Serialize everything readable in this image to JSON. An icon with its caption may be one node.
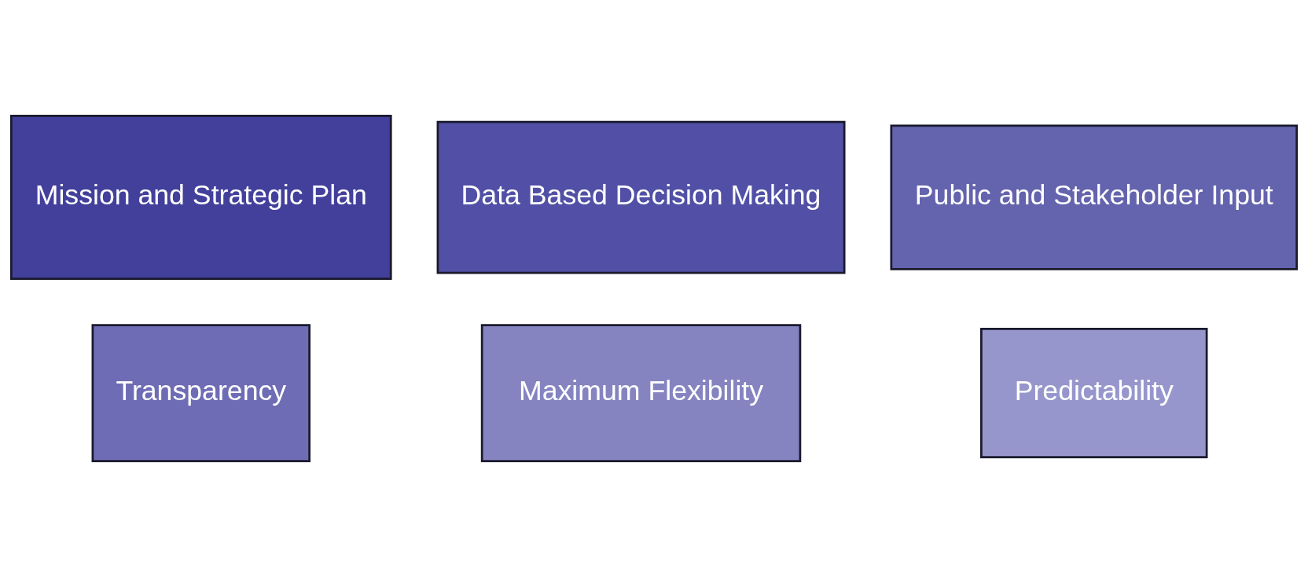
{
  "diagram": {
    "nodes": [
      {
        "text": [
          "Mission and Strategic Plan"
        ]
      },
      {
        "text": [
          "Data Based Decision Making"
        ]
      },
      {
        "text": [
          "Public and Stakeholder Input"
        ]
      },
      {
        "text": [
          "Transparency"
        ]
      },
      {
        "text": [
          "Maximum Flexibility"
        ]
      },
      {
        "text": [
          "Predictability"
        ]
      }
    ]
  }
}
